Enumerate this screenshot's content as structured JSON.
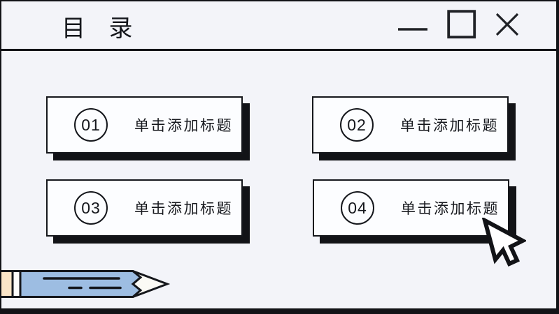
{
  "window": {
    "title": "目 录"
  },
  "toc_cards": [
    {
      "number": "01",
      "label": "单击添加标题"
    },
    {
      "number": "02",
      "label": "单击添加标题"
    },
    {
      "number": "03",
      "label": "单击添加标题"
    },
    {
      "number": "04",
      "label": "单击添加标题"
    }
  ],
  "icons": {
    "minimize": "minimize-icon",
    "maximize": "maximize-icon",
    "close": "close-icon",
    "cursor": "arrow-cursor-icon",
    "pencil": "pencil-icon"
  },
  "colors": {
    "background": "#f3f4f9",
    "outline": "#121317",
    "card_background": "#fcfdff",
    "card_shadow": "#121317",
    "pencil_body_blue": "#9dbde2",
    "pencil_eraser_cream": "#fae5c8",
    "pencil_tip_white": "#fbfaf5",
    "cursor_fill": "#ffffff"
  }
}
